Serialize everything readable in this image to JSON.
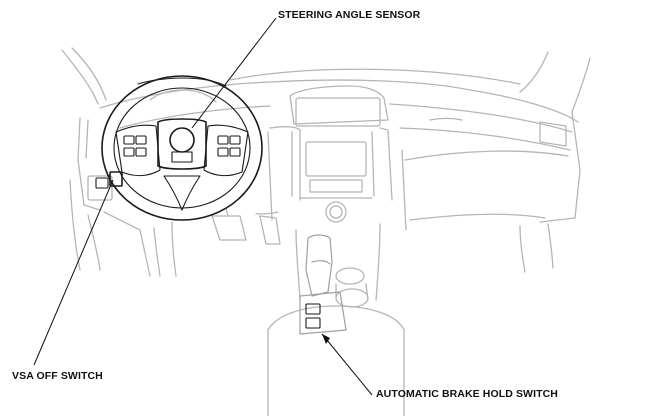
{
  "callouts": {
    "steering_angle_sensor": "STEERING ANGLE SENSOR",
    "vsa_off_switch": "VSA OFF SWITCH",
    "automatic_brake_hold_switch": "AUTOMATIC BRAKE HOLD SWITCH"
  },
  "colors": {
    "background": "#ffffff",
    "outline_gray": "#b5b5b5",
    "highlight_dark": "#1a1a1a",
    "label_text": "#111111"
  }
}
